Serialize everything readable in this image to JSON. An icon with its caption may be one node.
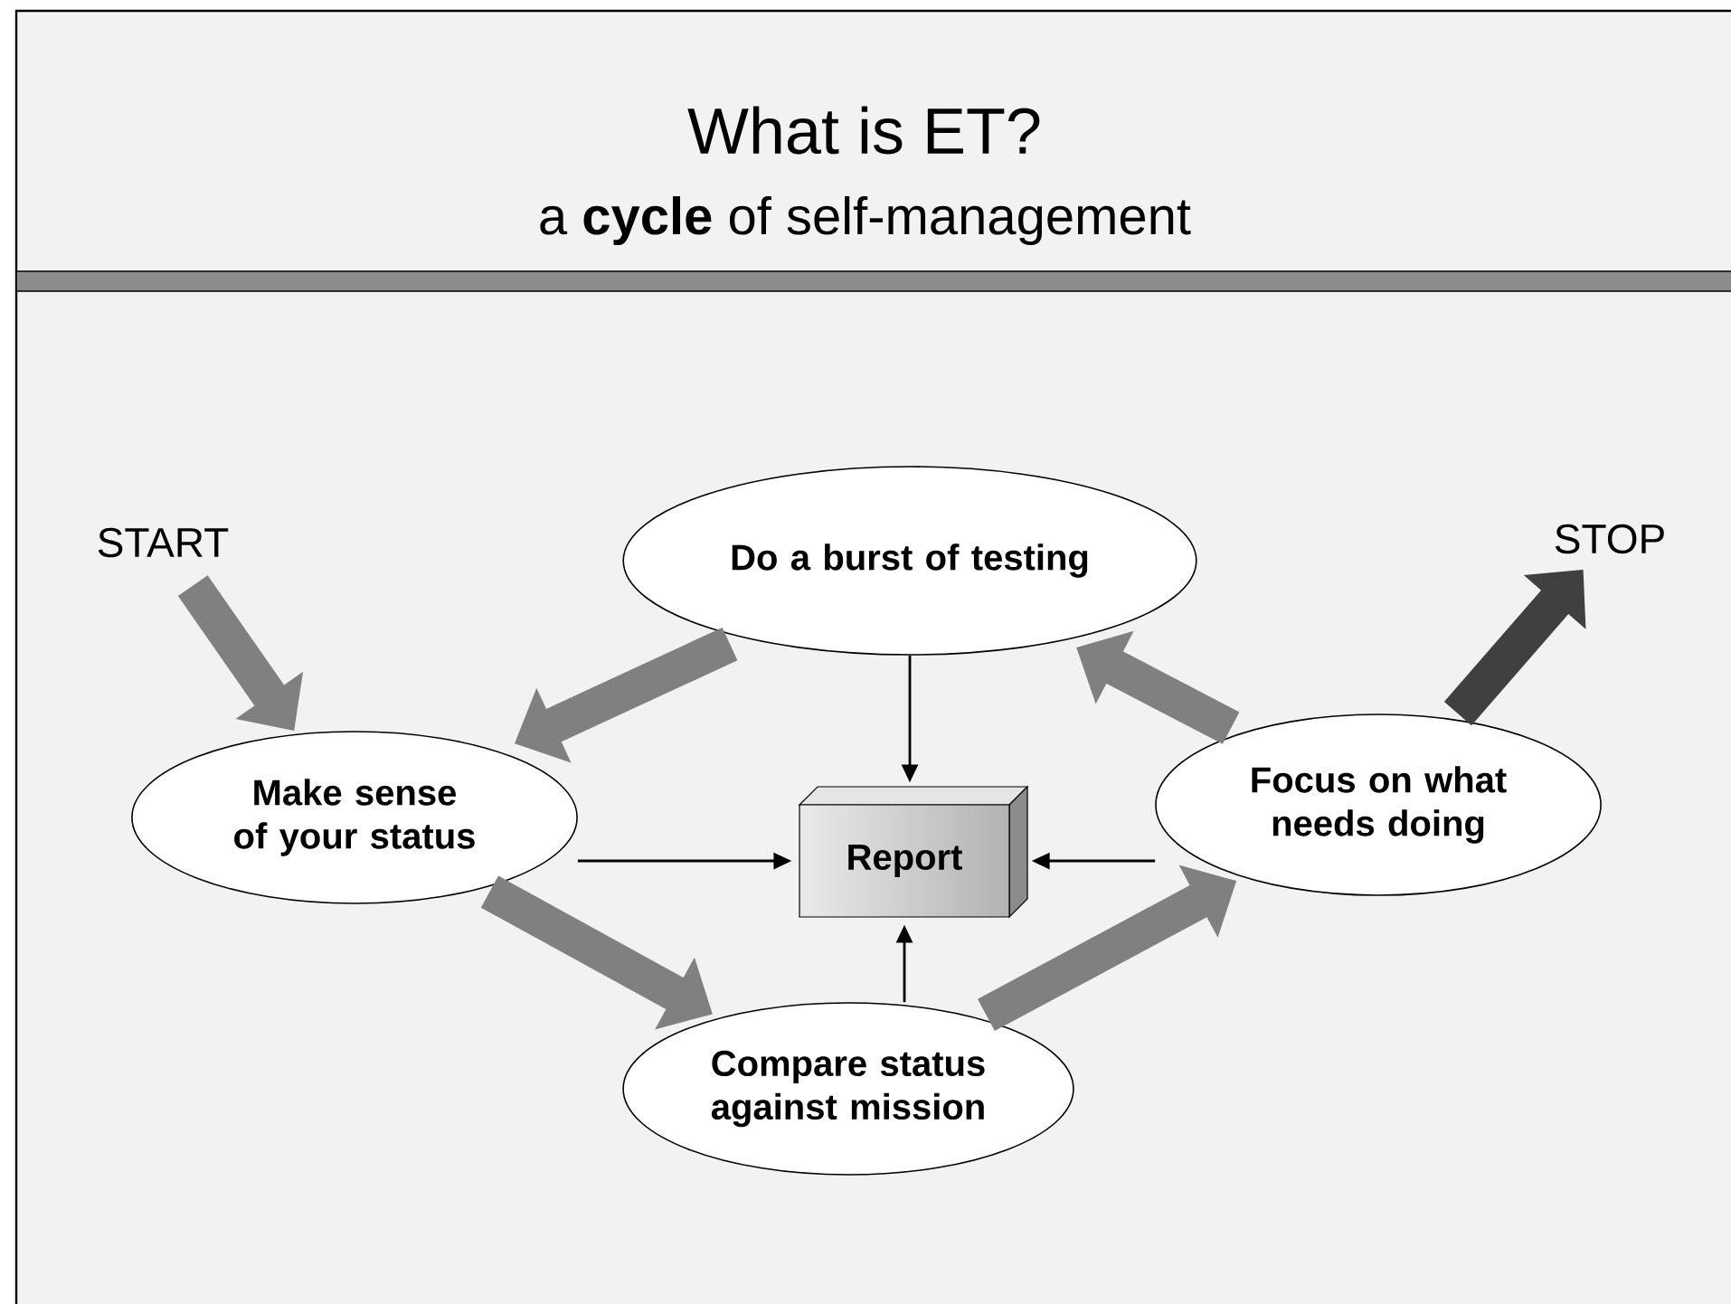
{
  "diagram": {
    "title": "What is ET?",
    "nodes": [
      {
        "text": [
          "START"
        ]
      },
      {
        "text": [
          "Do a burst of testing"
        ]
      },
      {
        "text": [
          "STOP"
        ]
      },
      {
        "text": [
          "Make sense of your status"
        ]
      },
      {
        "text": [
          "Report"
        ]
      },
      {
        "text": [
          "Focus on what needs doing"
        ]
      },
      {
        "text": [
          "Compare status against mission"
        ]
      }
    ],
    "edges": [
      {
        "from": 0,
        "to": 3,
        "arrow": "to",
        "color": "#808080"
      },
      {
        "from": 1,
        "to": 3,
        "arrow": "to",
        "color": "#808080"
      },
      {
        "from": 3,
        "to": 6,
        "arrow": "to",
        "color": "#808080"
      },
      {
        "from": 6,
        "to": 5,
        "arrow": "to",
        "color": "#808080"
      },
      {
        "from": 5,
        "to": 1,
        "arrow": "to",
        "color": "#808080"
      },
      {
        "from": 5,
        "to": 2,
        "arrow": "to",
        "color": "#404040"
      },
      {
        "from": 1,
        "to": 4,
        "arrow": "to",
        "color": "#000000"
      },
      {
        "from": 3,
        "to": 4,
        "arrow": "to",
        "color": "#000000"
      },
      {
        "from": 5,
        "to": 4,
        "arrow": "to",
        "color": "#000000"
      },
      {
        "from": 6,
        "to": 4,
        "arrow": "to",
        "color": "#000000"
      }
    ],
    "labels": [
      "a **cycle** of self-management"
    ]
  }
}
